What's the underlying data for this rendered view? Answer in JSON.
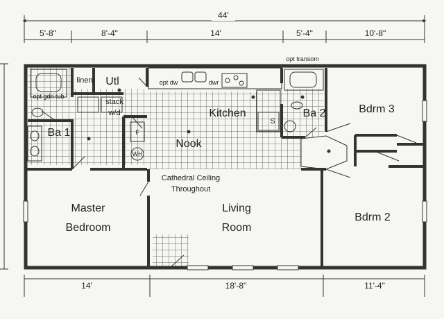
{
  "overall_width": "44'",
  "top_dims": [
    "5'-8\"",
    "8'-4\"",
    "14'",
    "5'-4\"",
    "10'-8\""
  ],
  "bottom_dims": [
    "14'",
    "18'-8\"",
    "11'-4\""
  ],
  "rooms": {
    "master_bedroom": [
      "Master",
      "Bedroom"
    ],
    "living_room": [
      "Living",
      "Room"
    ],
    "bedroom2": "Bdrm 2",
    "bedroom3": "Bdrm 3",
    "kitchen": "Kitchen",
    "nook": "Nook",
    "bath1": "Ba 1",
    "bath2": "Ba 2",
    "utility": "Utl"
  },
  "labels": {
    "linen": "linen",
    "stack": "stack",
    "wd": "w/d",
    "opt_dw": "opt dw",
    "dwr": "dwr",
    "opt_transom": "opt transom",
    "opt_gdn_tub": "opt gdn tub",
    "cathedral": [
      "Cathedral Ceiling",
      "Throughout"
    ],
    "f": "F",
    "wh": "WH",
    "s": "S"
  }
}
